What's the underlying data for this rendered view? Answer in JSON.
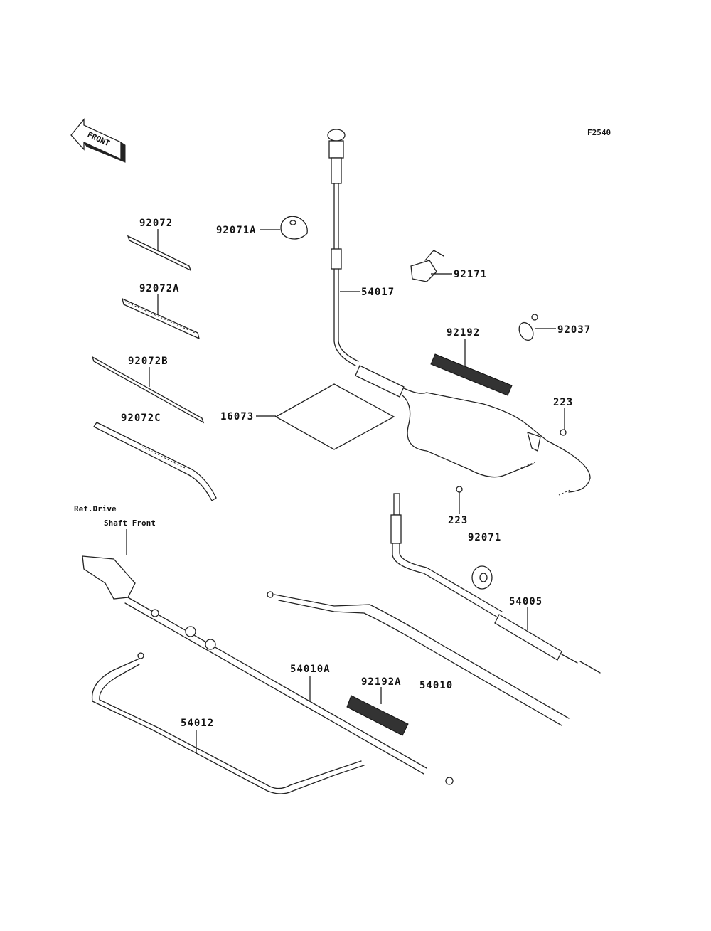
{
  "figure_id": "F2540",
  "front_indicator": {
    "text": "FRONT",
    "icon": "front-arrow-icon"
  },
  "reference_note": {
    "line1": "Ref.Drive",
    "line2": "Shaft Front"
  },
  "callouts": [
    {
      "part_no": "92072",
      "description": "cable tie"
    },
    {
      "part_no": "92072A",
      "description": "cable tie"
    },
    {
      "part_no": "92072B",
      "description": "cable tie"
    },
    {
      "part_no": "92072C",
      "description": "cable tie"
    },
    {
      "part_no": "92071A",
      "description": "grommet"
    },
    {
      "part_no": "54017",
      "description": "choke cable"
    },
    {
      "part_no": "92171",
      "description": "clamp"
    },
    {
      "part_no": "92037",
      "description": "clamp"
    },
    {
      "part_no": "92192",
      "description": "tube"
    },
    {
      "part_no": "16073",
      "description": "sheet"
    },
    {
      "part_no": "223",
      "description": "screw (upper)"
    },
    {
      "part_no": "223",
      "description": "screw (lower)"
    },
    {
      "part_no": "92071",
      "description": "grommet"
    },
    {
      "part_no": "54005",
      "description": "throttle cable"
    },
    {
      "part_no": "54010A",
      "description": "brake cable"
    },
    {
      "part_no": "92192A",
      "description": "tube"
    },
    {
      "part_no": "54010",
      "description": "brake cable"
    },
    {
      "part_no": "54012",
      "description": "cable"
    }
  ]
}
